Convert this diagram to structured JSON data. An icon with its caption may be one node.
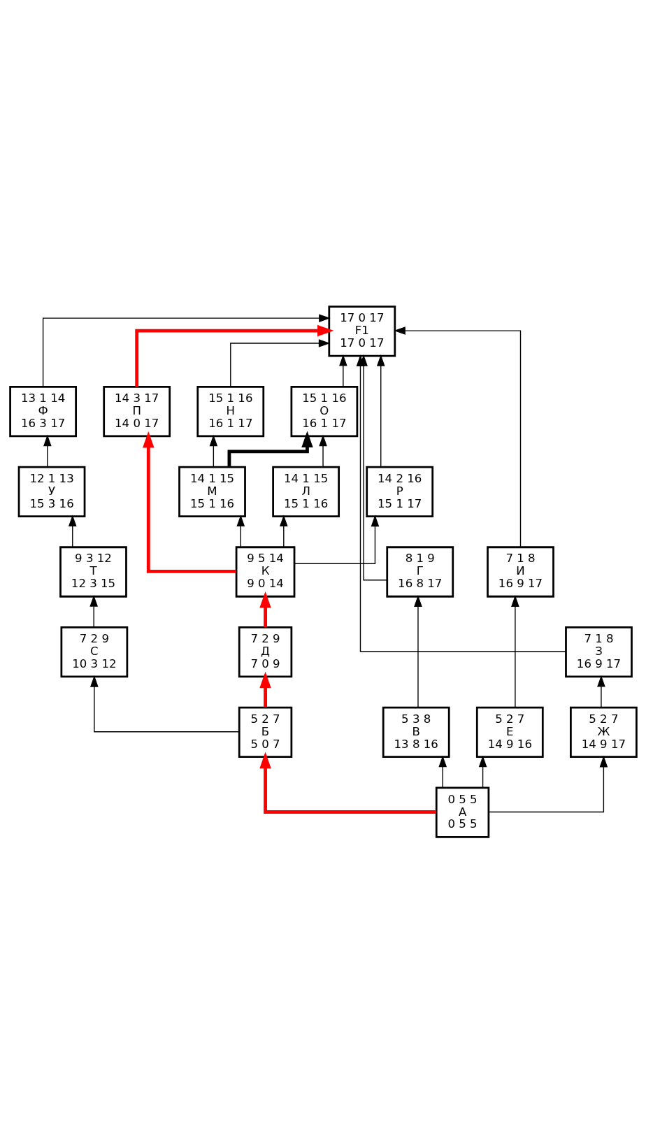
{
  "diagram": {
    "nodes": [
      {
        "text": [
          "0 5 5",
          "А",
          "0 5 5"
        ]
      },
      {
        "text": [
          "5 2 7",
          "Б",
          "5 0 7"
        ]
      },
      {
        "text": [
          "5 3 8",
          "В",
          "13 8 16"
        ]
      },
      {
        "text": [
          "5 2 7",
          "Е",
          "14 9 16"
        ]
      },
      {
        "text": [
          "5 2 7",
          "Ж",
          "14 9 17"
        ]
      },
      {
        "text": [
          "7 2 9",
          "С",
          "10 3 12"
        ]
      },
      {
        "text": [
          "7 2 9",
          "Д",
          "7 0 9"
        ]
      },
      {
        "text": [
          "8 1 9",
          "Г",
          "16 8 17"
        ]
      },
      {
        "text": [
          "7 1 8",
          "И",
          "16 9 17"
        ]
      },
      {
        "text": [
          "7 1 8",
          "З",
          "16 9 17"
        ]
      },
      {
        "text": [
          "9 3 12",
          "Т",
          "12 3 15"
        ]
      },
      {
        "text": [
          "9 5 14",
          "К",
          "9 0 14"
        ]
      },
      {
        "text": [
          "12 1 13",
          "У",
          "15 3 16"
        ]
      },
      {
        "text": [
          "13 1 14",
          "Ф",
          "16 3 17"
        ]
      },
      {
        "text": [
          "14 3 17",
          "П",
          "14 0 17"
        ]
      },
      {
        "text": [
          "14 1 15",
          "М",
          "15 1 16"
        ]
      },
      {
        "text": [
          "14 1 15",
          "Л",
          "15 1 16"
        ]
      },
      {
        "text": [
          "14 2 16",
          "Р",
          "15 1 17"
        ]
      },
      {
        "text": [
          "15 1 16",
          "Н",
          "16 1 17"
        ]
      },
      {
        "text": [
          "15 1 16",
          "О",
          "16 1 17"
        ]
      },
      {
        "text": [
          "17 0 17",
          "F1",
          "17 0 17"
        ]
      }
    ],
    "edges": [
      {
        "from": 0,
        "to": 1,
        "arrow": "to",
        "style": "thick",
        "color": "#ff0000"
      },
      {
        "from": 0,
        "to": 2,
        "arrow": "to"
      },
      {
        "from": 0,
        "to": 3,
        "arrow": "to"
      },
      {
        "from": 0,
        "to": 4,
        "arrow": "to"
      },
      {
        "from": 1,
        "to": 6,
        "arrow": "to",
        "style": "thick",
        "color": "#ff0000"
      },
      {
        "from": 1,
        "to": 5,
        "arrow": "to"
      },
      {
        "from": 2,
        "to": 7,
        "arrow": "to"
      },
      {
        "from": 3,
        "to": 8,
        "arrow": "to"
      },
      {
        "from": 4,
        "to": 9,
        "arrow": "to"
      },
      {
        "from": 5,
        "to": 10,
        "arrow": "to"
      },
      {
        "from": 6,
        "to": 11,
        "arrow": "to",
        "style": "thick",
        "color": "#ff0000"
      },
      {
        "from": 10,
        "to": 12,
        "arrow": "to"
      },
      {
        "from": 12,
        "to": 13,
        "arrow": "to"
      },
      {
        "from": 11,
        "to": 14,
        "arrow": "to",
        "style": "thick",
        "color": "#ff0000"
      },
      {
        "from": 11,
        "to": 15,
        "arrow": "to"
      },
      {
        "from": 11,
        "to": 16,
        "arrow": "to"
      },
      {
        "from": 11,
        "to": 17,
        "arrow": "to"
      },
      {
        "from": 15,
        "to": 18,
        "arrow": "to"
      },
      {
        "from": 15,
        "to": 19,
        "arrow": "to",
        "style": "thick"
      },
      {
        "from": 16,
        "to": 19,
        "arrow": "to"
      },
      {
        "from": 14,
        "to": 20,
        "arrow": "to",
        "style": "thick",
        "color": "#ff0000"
      },
      {
        "from": 18,
        "to": 20,
        "arrow": "to"
      },
      {
        "from": 19,
        "to": 20,
        "arrow": "to"
      },
      {
        "from": 17,
        "to": 20,
        "arrow": "to"
      },
      {
        "from": 7,
        "to": 20,
        "arrow": "to"
      },
      {
        "from": 13,
        "to": 20,
        "arrow": "to"
      },
      {
        "from": 8,
        "to": 20,
        "arrow": "to"
      },
      {
        "from": 9,
        "to": 20,
        "arrow": "to"
      }
    ]
  }
}
